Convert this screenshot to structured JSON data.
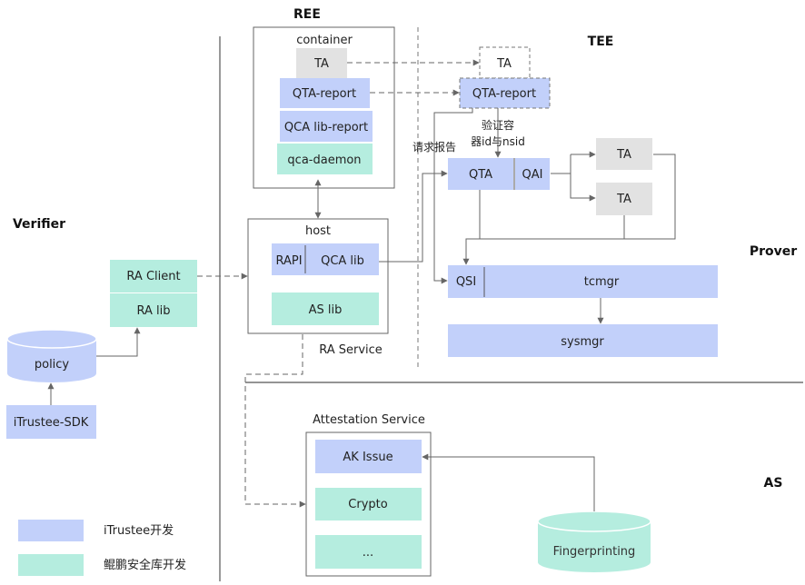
{
  "regions": {
    "ree": "REE",
    "tee": "TEE",
    "verifier": "Verifier",
    "prover": "Prover",
    "as": "AS"
  },
  "container": {
    "title": "container",
    "ta": "TA",
    "qta_report": "QTA-report",
    "qca_lib_report": "QCA lib-report",
    "qca_daemon": "qca-daemon"
  },
  "tee": {
    "ta": "TA",
    "qta_report": "QTA-report",
    "qta": "QTA",
    "qai": "QAI",
    "ta_upper": "TA",
    "ta_lower": "TA",
    "qsi": "QSI",
    "tcmgr": "tcmgr",
    "sysmgr": "sysmgr"
  },
  "edge_labels": {
    "request_report": "请求报告",
    "verify_line1": "验证容",
    "verify_line2": "器id与nsid"
  },
  "host": {
    "title": "host",
    "rapi": "RAPI",
    "qca_lib": "QCA lib",
    "as_lib": "AS lib",
    "service_label": "RA Service"
  },
  "verifier": {
    "ra_client": "RA Client",
    "ra_lib": "RA lib",
    "policy": "policy",
    "sdk": "iTrustee-SDK"
  },
  "attestation": {
    "title": "Attestation Service",
    "ak_issue": "AK Issue",
    "crypto": "Crypto",
    "more": "...",
    "fingerprinting": "Fingerprinting"
  },
  "legend": {
    "itrustee": "iTrustee开发",
    "kunpeng": "鲲鹏安全库开发"
  },
  "colors": {
    "blue": "#c2d0fa",
    "green": "#b5eddf",
    "gray": "#e2e2e2",
    "line": "#666666"
  }
}
